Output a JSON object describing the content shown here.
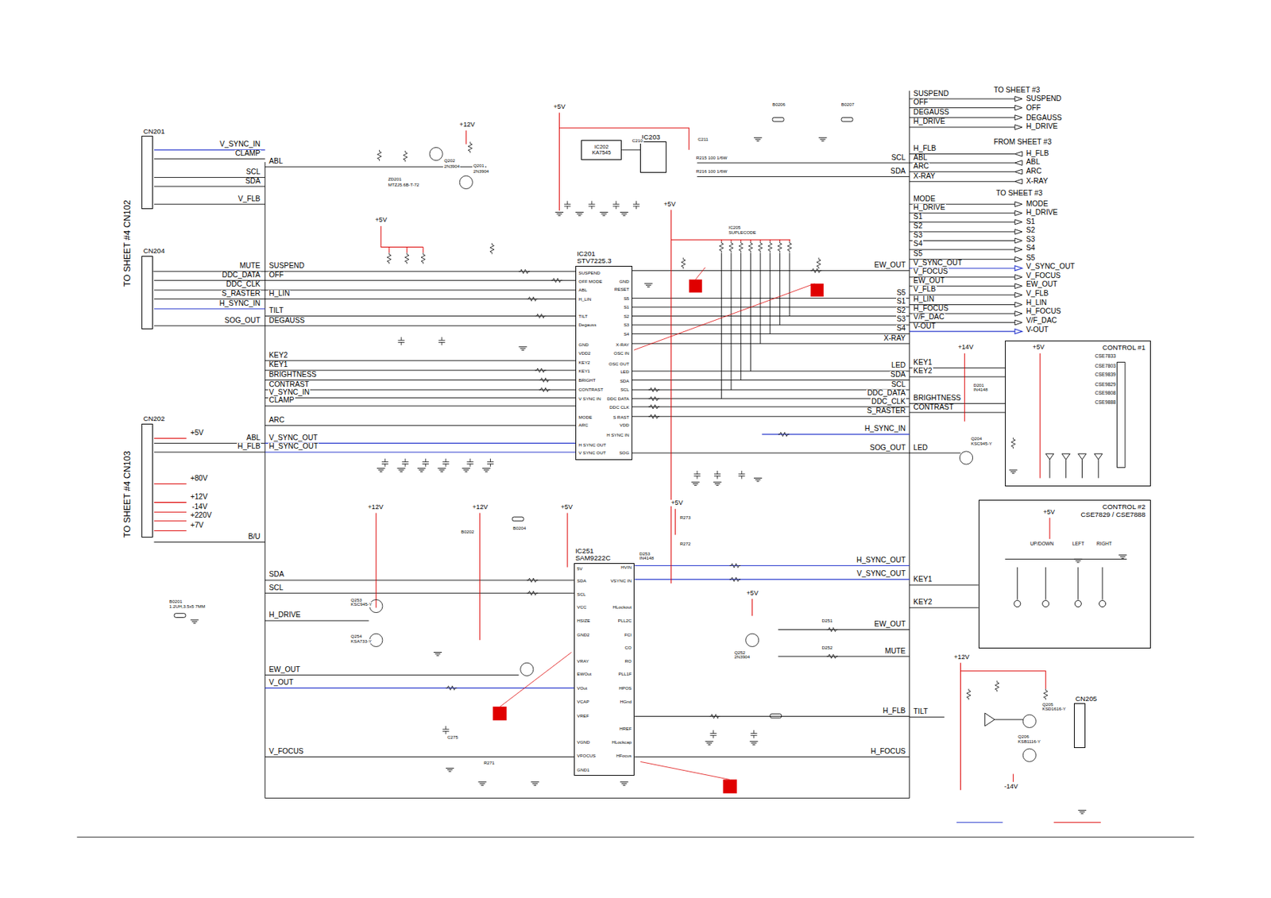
{
  "diagram": {
    "nodes": [
      {
        "text": [
          "CN201"
        ]
      },
      {
        "text": [
          "CN204"
        ]
      },
      {
        "text": [
          "CN202"
        ]
      },
      {
        "text": [
          "IC202",
          "KA7545"
        ]
      },
      {
        "text": [
          "IC203"
        ]
      },
      {
        "text": [
          "IC201",
          "STV7225.3"
        ]
      },
      {
        "text": [
          "IC251",
          "SAM9222C"
        ]
      },
      {
        "text": [
          "CONTROL #1"
        ]
      },
      {
        "text": [
          "CONTROL #2",
          "CSE7829 / CSE7888"
        ]
      },
      {
        "text": [
          "CN205"
        ]
      }
    ],
    "edges": [
      {
        "from": 1,
        "to": 5,
        "arrow": "none"
      },
      {
        "from": 3,
        "to": 4,
        "arrow": "none"
      }
    ],
    "labels": [
      "V_SYNC_IN",
      "CLAMP",
      "ABL",
      "SCL",
      "SDA",
      "V_FLB",
      "MUTE",
      "SUSPEND",
      "DDC_DATA",
      "OFF",
      "DDC_CLK",
      "S_RASTER",
      "H_LIN",
      "H_SYNC_IN",
      "TILT",
      "SOG_OUT",
      "DEGAUSS",
      "KEY2",
      "KEY1",
      "BRIGHTNESS",
      "CONTRAST",
      "V_SYNC_IN",
      "CLAMP",
      "ARC",
      "ABL",
      "V_SYNC_OUT",
      "H_FLB",
      "H_SYNC_OUT",
      "+5V",
      "+80V",
      "+12V",
      "-14V",
      "+220V",
      "+7V",
      "B/U",
      "SDA",
      "SCL",
      "H_DRIVE",
      "EW_OUT",
      "V_OUT",
      "V_FOCUS",
      "TO SHEET #4 CN102",
      "TO SHEET #4 CN103",
      "SCL",
      "SDA",
      "EW_OUT",
      "S5",
      "S1",
      "S2",
      "S3",
      "S4",
      "X-RAY",
      "LED",
      "SDA",
      "SCL",
      "DDC_DATA",
      "DDC_CLK",
      "S_RASTER",
      "H_SYNC_IN",
      "SOG_OUT",
      "H_SYNC_OUT",
      "V_SYNC_OUT",
      "EW_OUT",
      "MUTE",
      "H_FLB",
      "H_FOCUS",
      "SUSPEND",
      "OFF",
      "DEGAUSS",
      "H_DRIVE",
      "H_FLB",
      "ABL",
      "ARC",
      "X-RAY",
      "MODE",
      "H_DRIVE",
      "S1",
      "S2",
      "S3",
      "S4",
      "S5",
      "V_SYNC_OUT",
      "V_FOCUS",
      "EW_OUT",
      "V_FLB",
      "H_LIN",
      "H_FOCUS",
      "V/F_DAC",
      "V-OUT",
      "KEY1",
      "KEY2",
      "BRIGHTNESS",
      "CONTRAST",
      "LED",
      "KEY1",
      "KEY2",
      "TILT",
      "TO SHEET #3",
      "SUSPEND",
      "OFF",
      "DEGAUSS",
      "H_DRIVE",
      "FROM SHEET #3",
      "H_FLB",
      "ABL",
      "ARC",
      "X-RAY",
      "TO SHEET #3",
      "MODE",
      "H_DRIVE",
      "S1",
      "S2",
      "S3",
      "S4",
      "S5",
      "V_SYNC_OUT",
      "V_FOCUS",
      "EW_OUT",
      "V_FLB",
      "H_LIN",
      "H_FOCUS",
      "V/F_DAC",
      "V-OUT",
      "+12V",
      "+5V",
      "+5V",
      "+5V",
      "+14V",
      "+5V",
      "+12V",
      "+12V",
      "+5V",
      "+5V",
      "+5V",
      "+5V",
      "+12V",
      "-14V",
      "CSE7833",
      "CSE7803",
      "CSE9839",
      "CSE9829",
      "CSE9808",
      "CSE9888",
      "UP/DOWN",
      "LEFT",
      "RIGHT",
      "SUSPEND",
      "OFF MODE",
      "ABL",
      "H_LIN",
      "TILT",
      "Degauss",
      "GND",
      "VDD2",
      "KEY2",
      "KEY1",
      "BRIGHT",
      "CONTRAST",
      "V SYNC IN",
      "MODE",
      "ARC",
      "H SYNC OUT",
      "V SYNC OUT",
      "GND",
      "RESET",
      "S5",
      "S1",
      "S2",
      "S3",
      "S4",
      "X-RAY",
      "OSC IN",
      "OSC OUT",
      "LED",
      "SDA",
      "SCL",
      "DDC DATA",
      "DDC CLK",
      "S RAST",
      "VDD",
      "H SYNC IN",
      "SOG",
      "5V",
      "SDA",
      "SCL",
      "VCC",
      "HSIZE",
      "GND2",
      "VRAY",
      "EWOut",
      "VOut",
      "VCAP",
      "VREF",
      "VGND",
      "VFOCUS",
      "GND1",
      "HVIN",
      "VSYNC IN",
      "HLockout",
      "PLL2C",
      "FCI",
      "CO",
      "RO",
      "PLL1F",
      "HPOS",
      "HGnd",
      "HREF",
      "HLockcap",
      "HFocus",
      "Q202",
      "2N3904",
      "Q201",
      "2N3904",
      "ZD201",
      "MTZJ5.6B-T-72",
      "IC205",
      "SUPLECODE",
      "C210",
      "C211",
      "R215 100 1/6W",
      "R216 100 1/6W",
      "B0206",
      "B0207",
      "D201",
      "IN4148",
      "Q204",
      "KSC945-Y",
      "Q253",
      "KSC945-Y",
      "Q254",
      "KSA733-Y",
      "Q252",
      "2N3904",
      "Q205",
      "KSD1616-Y",
      "Q206",
      "KSB1116-Y",
      "B0201",
      "1.2UH,3.5x5 7MM",
      "B0204",
      "B0202",
      "D251",
      "D252",
      "C275",
      "R271",
      "D253",
      "IN4148",
      "R273",
      "R272"
    ]
  }
}
